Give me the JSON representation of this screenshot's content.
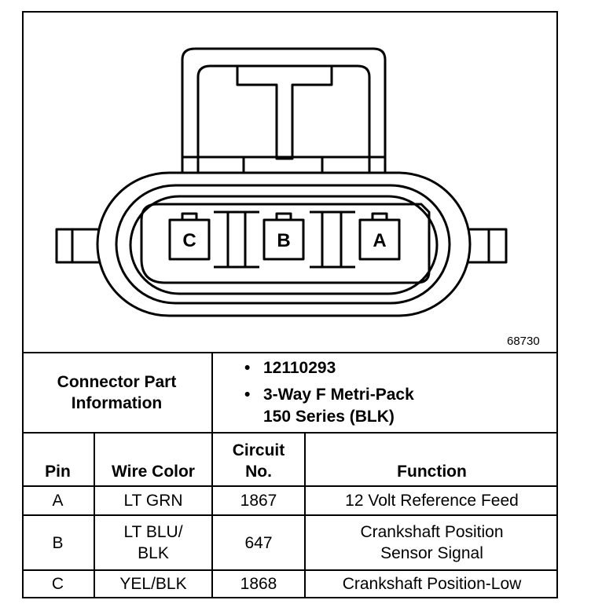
{
  "figure": {
    "id": "68730"
  },
  "connector": {
    "pins": [
      {
        "label": "C"
      },
      {
        "label": "B"
      },
      {
        "label": "A"
      }
    ]
  },
  "part_info": {
    "label_line1": "Connector Part",
    "label_line2": "Information",
    "bullet": "•",
    "part_number": "12110293",
    "description_line1": "3-Way F Metri-Pack",
    "description_line2": "150 Series (BLK)"
  },
  "table": {
    "headers": {
      "pin": "Pin",
      "wire_color": "Wire Color",
      "circuit_line1": "Circuit",
      "circuit_line2": "No.",
      "function": "Function"
    },
    "rows": [
      {
        "pin": "A",
        "wire_color_1": "LT GRN",
        "wire_color_2": "",
        "circuit": "1867",
        "function_1": "12 Volt Reference Feed",
        "function_2": ""
      },
      {
        "pin": "B",
        "wire_color_1": "LT BLU/",
        "wire_color_2": "BLK",
        "circuit": "647",
        "function_1": "Crankshaft Position",
        "function_2": "Sensor Signal"
      },
      {
        "pin": "C",
        "wire_color_1": "YEL/BLK",
        "wire_color_2": "",
        "circuit": "1868",
        "function_1": "Crankshaft Position-Low",
        "function_2": ""
      }
    ]
  }
}
